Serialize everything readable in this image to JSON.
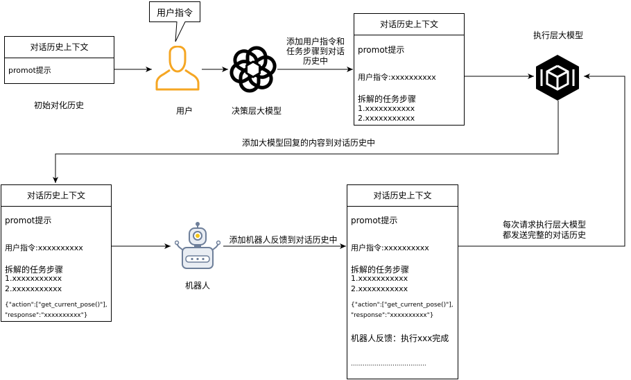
{
  "colors": {
    "user_icon": "#f5a623",
    "line": "#000000"
  },
  "initial_box": {
    "title": "对话历史上下文",
    "prompt": "promot提示",
    "caption": "初始对化历史"
  },
  "user": {
    "bubble": "用户指令",
    "label": "用户"
  },
  "decision_model": {
    "label": "决策层大模型"
  },
  "edge_add_instruction": [
    "添加用户指令和",
    "任务步骤到对话",
    "历史中"
  ],
  "history_box_1": {
    "title": "对话历史上下文",
    "prompt": "promot提示",
    "instruction": "用户指令:xxxxxxxxxx",
    "steps_title": "拆解的任务步骤",
    "steps": [
      "1.xxxxxxxxxxx",
      "2.xxxxxxxxxxx"
    ]
  },
  "exec_model": {
    "label": "执行层大模型"
  },
  "edge_add_reply": "添加大模型回复的内容到对话历史中",
  "history_box_2": {
    "title": "对话历史上下文",
    "prompt": "promot提示",
    "instruction": "用户指令:xxxxxxxxxx",
    "steps_title": "拆解的任务步骤",
    "steps": [
      "1.xxxxxxxxxxx",
      "2.xxxxxxxxxxx"
    ],
    "action_lines": [
      "{\"action\":[\"get_current_pose()\"],",
      "\"response\":\"xxxxxxxxxx\"}"
    ]
  },
  "robot": {
    "label": "机器人"
  },
  "edge_add_feedback": "添加机器人反馈到对话历史中",
  "history_box_3": {
    "title": "对话历史上下文",
    "prompt": "promot提示",
    "instruction": "用户指令:xxxxxxxxxx",
    "steps_title": "拆解的任务步骤",
    "steps": [
      "1.xxxxxxxxxxx",
      "2.xxxxxxxxxxx"
    ],
    "action_lines": [
      "{\"action\":[\"get_current_pose()\"],",
      "\"response\":\"xxxxxxxxxx\"}"
    ],
    "feedback": "机器人反馈：执行xxx完成",
    "ellipsis": "......................................"
  },
  "edge_each_request": [
    "每次请求执行层大模型",
    "都发送完整的对话历史"
  ]
}
